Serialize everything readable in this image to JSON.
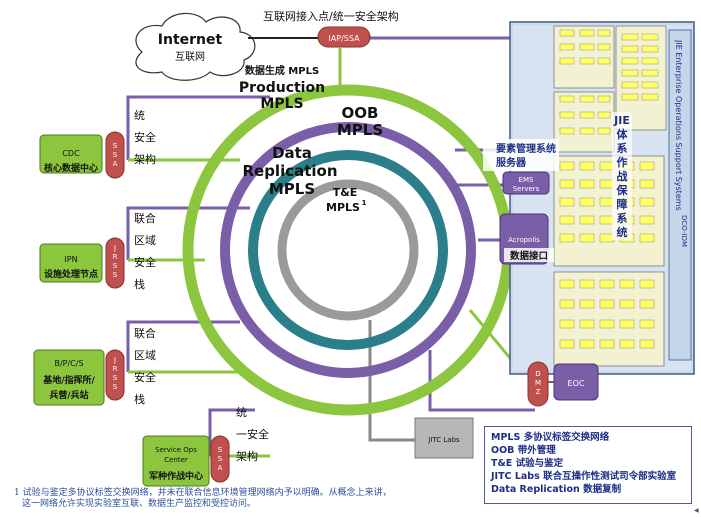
{
  "internet": {
    "title": "Internet",
    "subtitle": "互联网"
  },
  "iap": {
    "label": "IAP/SSA",
    "caption": "互联网接入点/统一安全架构"
  },
  "rings": {
    "production": {
      "cn": "数据生成 MPLS",
      "line1": "Production",
      "line2": "MPLS"
    },
    "oob": {
      "line1": "OOB",
      "line2": "MPLS"
    },
    "replication": {
      "line1": "Data",
      "line2": "Replication",
      "line3": "MPLS"
    },
    "te": {
      "line1": "T&E",
      "line2": "MPLS",
      "sup": "1"
    }
  },
  "sites": [
    {
      "name": "CDC",
      "cn": "核心数据中心",
      "tag": "SSA",
      "caption": [
        "统",
        "安全",
        "架构"
      ]
    },
    {
      "name": "IPN",
      "cn": "设施处理节点",
      "tag": "JRSS",
      "caption": [
        "联合",
        "区域",
        "安全",
        "栈"
      ]
    },
    {
      "name": "B/P/C/S",
      "cn": [
        "基地/指挥所/",
        "兵营/兵站"
      ],
      "tag": "JRSS",
      "caption": [
        "联合",
        "区域",
        "安全",
        "栈"
      ]
    },
    {
      "name": [
        "Service Ops",
        "Center"
      ],
      "cn": "军种作战中心",
      "tag": "SSA",
      "caption": [
        "统",
        "一安全",
        "架构"
      ]
    }
  ],
  "ems": {
    "caption": [
      "要素管理系统",
      "服务器"
    ],
    "label": [
      "EMS",
      "Servers"
    ]
  },
  "acropolis": {
    "label": "Acropolis",
    "caption": "数据接口"
  },
  "dmz": {
    "label": "DMZ"
  },
  "eoc": {
    "label": "EOC"
  },
  "jitc": {
    "label": "JITC Labs"
  },
  "panel": {
    "title": "JIE Enterprise Operations Support Systems",
    "caption": [
      "JIE",
      "体",
      "系",
      "作",
      "战",
      "保",
      "障",
      "系",
      "统"
    ],
    "side": "DCO-IDM"
  },
  "legend": [
    {
      "term": "MPLS",
      "desc": "多协议标签交换网络"
    },
    {
      "term": "OOB",
      "desc": "带外管理"
    },
    {
      "term": "T&E",
      "desc": "试验与鉴定"
    },
    {
      "term": "JITC Labs",
      "desc": "联合互操作性测试司令部实验室"
    },
    {
      "term": "Data Replication",
      "desc": "数据复制"
    }
  ],
  "footnote": [
    "1 试验与鉴定多协议标签交换网络，并未在联合信息环境管理网络内予以明确。从概念上来讲，",
    "这一网络允许实现实验室互联、数据生产监控和受控访问。"
  ],
  "colors": {
    "green": "#8cc63f",
    "purple": "#7a5ea8",
    "teal": "#2a7f8a",
    "gray": "#9a9a9a",
    "navy": "#1d2f86",
    "maroon": "#c0504d"
  }
}
